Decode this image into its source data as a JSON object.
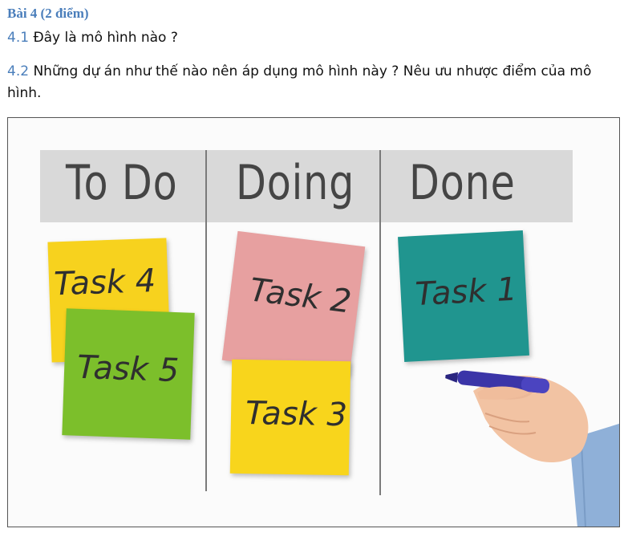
{
  "heading": "Bài 4 (2 điểm)",
  "questions": [
    {
      "number": "4.1",
      "text": "Đây là mô hình nào ?"
    },
    {
      "number": "4.2",
      "text": "Những dự án như thế nào nên áp dụng mô hình này ? Nêu ưu nhược điểm của mô hình."
    }
  ],
  "board": {
    "columns": [
      "To Do",
      "Doing",
      "Done"
    ],
    "notes": [
      {
        "label": "Task 4",
        "color": "#f7d21e",
        "column": "To Do"
      },
      {
        "label": "Task 5",
        "color": "#7cbf2b",
        "column": "To Do"
      },
      {
        "label": "Task 2",
        "color": "#e7a0a0",
        "column": "Doing"
      },
      {
        "label": "Task 3",
        "color": "#f8d51c",
        "column": "Doing"
      },
      {
        "label": "Task 1",
        "color": "#20958f",
        "column": "Done"
      }
    ],
    "marker_color": "#3b35a8"
  }
}
